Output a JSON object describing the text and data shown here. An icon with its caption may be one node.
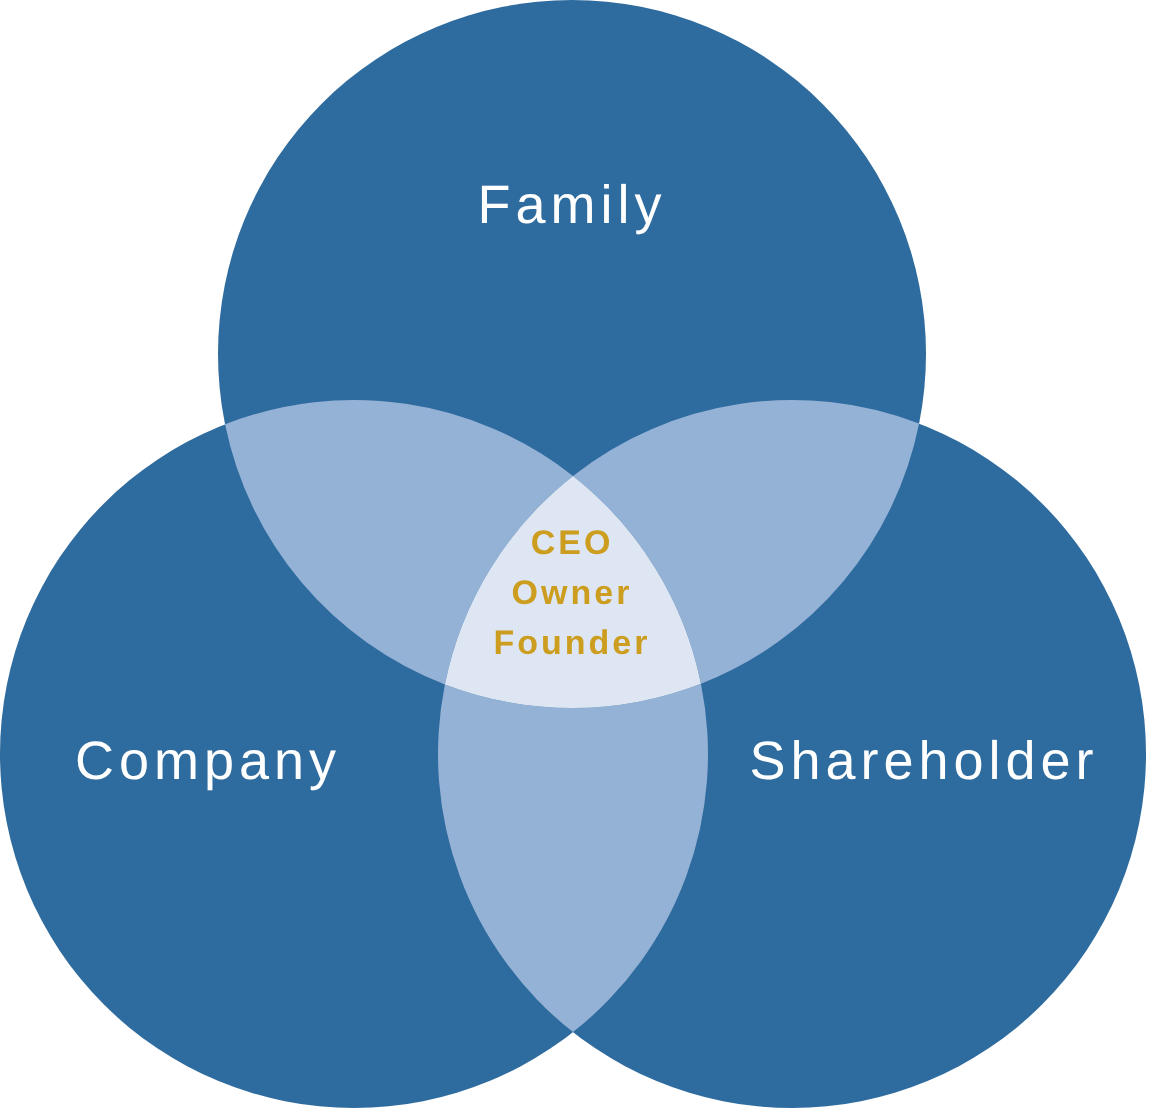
{
  "diagram": {
    "nodes": [
      {
        "text": [
          "Family"
        ]
      },
      {
        "text": [
          "Company"
        ]
      },
      {
        "text": [
          "Shareholder"
        ]
      },
      {
        "text": [
          "CEO Owner Founder"
        ]
      },
      {
        "text": [],
        "shape": "lens"
      },
      {
        "text": [],
        "shape": "lens"
      },
      {
        "text": [],
        "shape": "lens"
      }
    ]
  }
}
